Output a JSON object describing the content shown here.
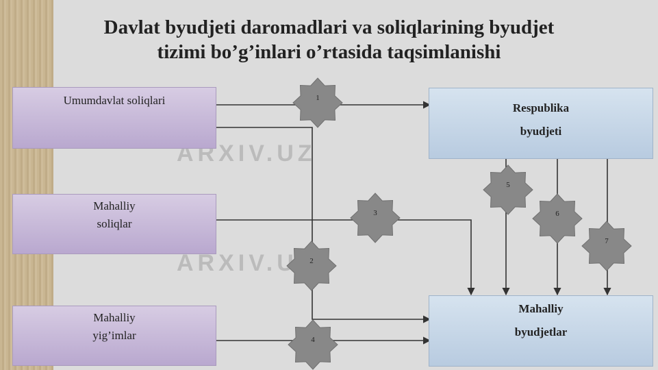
{
  "title": {
    "line1": "Davlat byudjeti daromadlari va soliqlarining byudjet",
    "line2": "tizimi bo’g’inlari o’rtasida taqsimlanishi"
  },
  "left_boxes": {
    "umumdavlat": "Umumdavlat soliqlari",
    "mahalliy_soliqlar_line1": "Mahalliy",
    "mahalliy_soliqlar_line2": "soliqlar",
    "mahalliy_yigimlar_line1": "Mahalliy",
    "mahalliy_yigimlar_line2": "yig’imlar"
  },
  "right_boxes": {
    "respublika_line1": "Respublika",
    "respublika_line2": "byudjeti",
    "mahalliy_line1": "Mahalliy",
    "mahalliy_line2": "byudjetlar"
  },
  "badges": [
    "1",
    "2",
    "3",
    "4",
    "5",
    "6",
    "7"
  ],
  "watermark": {
    "text": "ARXIV.UZ"
  },
  "colors": {
    "left_box": "#c4b6d8",
    "right_box": "#c6d6e8",
    "badge": "#888888",
    "line": "#333333"
  }
}
